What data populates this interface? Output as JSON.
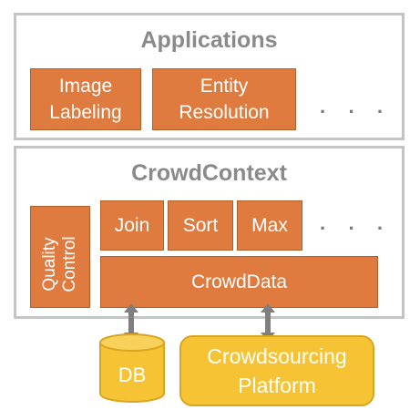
{
  "applications": {
    "title": "Applications",
    "items": [
      "Image\nLabeling",
      "Entity\nResolution"
    ],
    "more": "· · ·"
  },
  "crowdcontext": {
    "title": "CrowdContext",
    "quality_control": "Quality\nControl",
    "operators": [
      "Join",
      "Sort",
      "Max"
    ],
    "more": "· · ·",
    "crowddata": "CrowdData"
  },
  "storage": {
    "db": "DB",
    "platform": "Crowdsourcing\nPlatform"
  },
  "colors": {
    "orange": "#e07b3f",
    "yellow": "#f6c335",
    "border_gray": "#c4c4c4",
    "title_gray": "#8a8a8a",
    "arrow_gray": "#7f7f7f"
  }
}
